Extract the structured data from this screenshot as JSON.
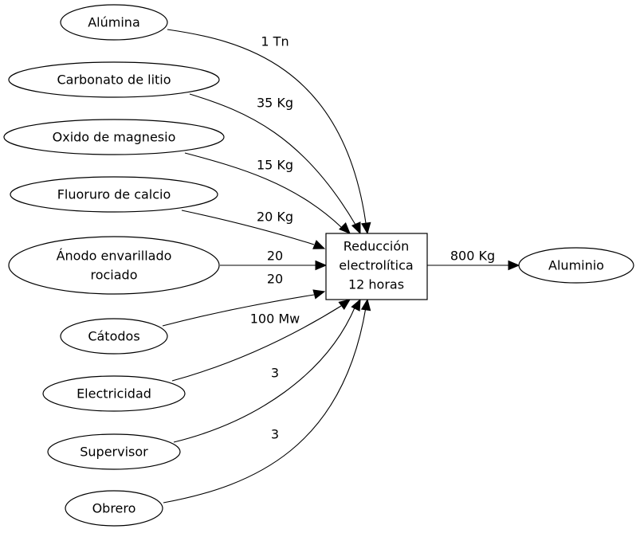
{
  "inputs": [
    {
      "id": "alumina",
      "label": "Alúmina",
      "edge_label": "1 Tn"
    },
    {
      "id": "carbonato",
      "label": "Carbonato de litio",
      "edge_label": "35 Kg"
    },
    {
      "id": "oxido",
      "label": "Oxido de magnesio",
      "edge_label": "15 Kg"
    },
    {
      "id": "fluoruro",
      "label": "Fluoruro de calcio",
      "edge_label": "20 Kg"
    },
    {
      "id": "anodo",
      "label": "Ánodo envarillado\nrociado",
      "edge_label": "20"
    },
    {
      "id": "catodos",
      "label": "Cátodos",
      "edge_label": "20"
    },
    {
      "id": "electricidad",
      "label": "Electricidad",
      "edge_label": "100 Mw"
    },
    {
      "id": "supervisor",
      "label": "Supervisor",
      "edge_label": "3"
    },
    {
      "id": "obrero",
      "label": "Obrero",
      "edge_label": "3"
    }
  ],
  "process": {
    "label": "Reducción\nelectrolítica\n12 horas"
  },
  "output": {
    "label": "Aluminio",
    "edge_label": "800 Kg"
  }
}
